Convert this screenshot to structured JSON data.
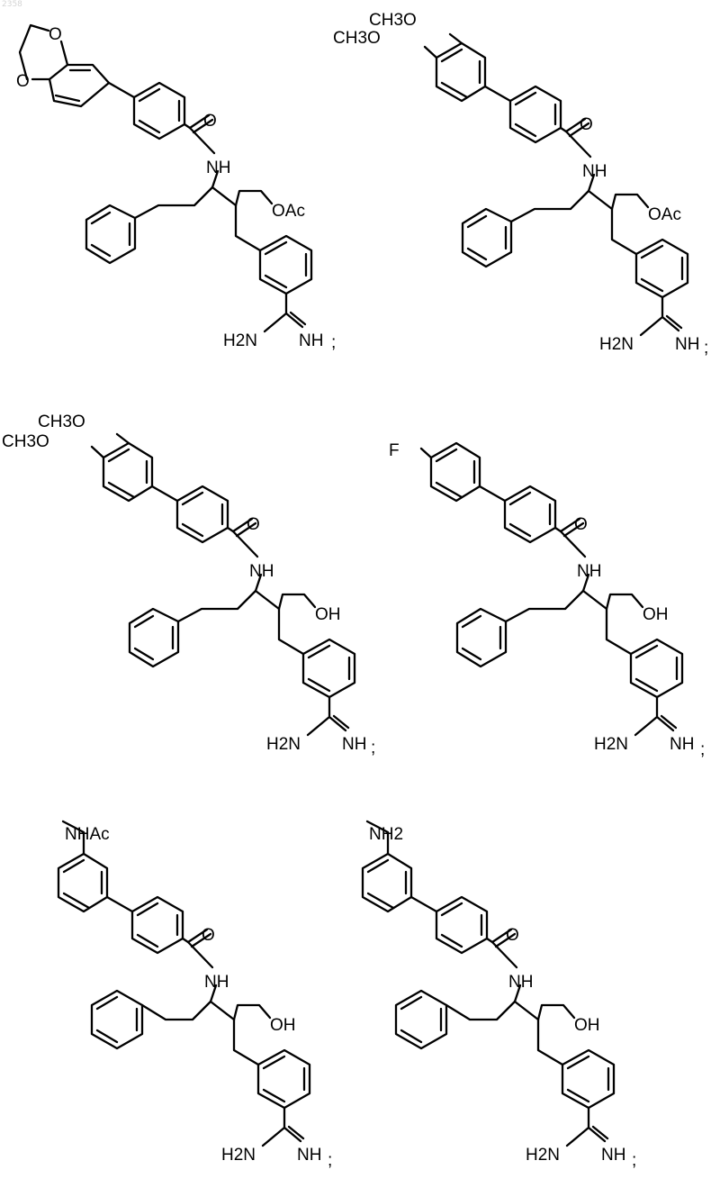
{
  "page_number": "2358",
  "structures": [
    {
      "aryl_top": "O",
      "aryl_mid": "O",
      "amide_oxygen": "O",
      "amide_nh": "NH",
      "side": "OAc",
      "amidine_left": "H2N",
      "amidine_right": "NH",
      "sep": ";"
    },
    {
      "aryl_top": "CH3O",
      "aryl_mid": "CH3O",
      "amide_oxygen": "O",
      "amide_nh": "NH",
      "side": "OAc",
      "amidine_left": "H2N",
      "amidine_right": "NH",
      "sep": ";"
    },
    {
      "aryl_top": "CH3O",
      "aryl_mid": "CH3O",
      "amide_oxygen": "O",
      "amide_nh": "NH",
      "side": "OH",
      "amidine_left": "H2N",
      "amidine_right": "NH",
      "sep": ";"
    },
    {
      "aryl_top": "F",
      "amide_oxygen": "O",
      "amide_nh": "NH",
      "side": "OH",
      "amidine_left": "H2N",
      "amidine_right": "NH",
      "sep": ";"
    },
    {
      "aryl_top": "NHAc",
      "amide_oxygen": "O",
      "amide_nh": "NH",
      "side": "OH",
      "amidine_left": "H2N",
      "amidine_right": "NH",
      "sep": ";"
    },
    {
      "aryl_top": "NH2",
      "amide_oxygen": "O",
      "amide_nh": "NH",
      "side": "OH",
      "amidine_left": "H2N",
      "amidine_right": "NH",
      "sep": ";"
    }
  ]
}
